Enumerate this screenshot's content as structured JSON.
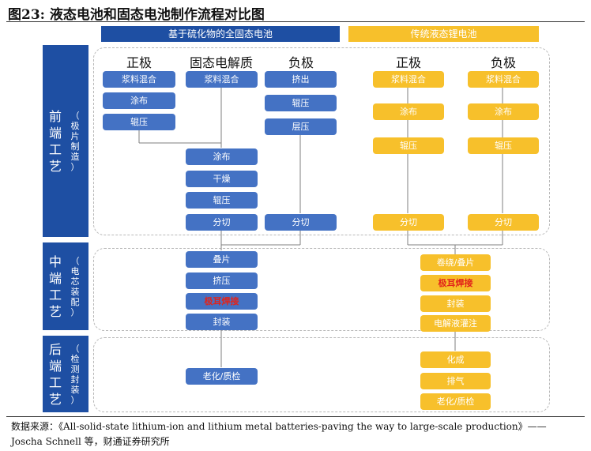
{
  "title": "图23: 液态电池和固态电池制作流程对比图",
  "headers": {
    "solid": "基于硫化物的全固态电池",
    "liquid": "传统液态锂电池"
  },
  "stages": [
    {
      "name": "前端工艺",
      "note": "（极片制造）"
    },
    {
      "name": "中端工艺",
      "note": "（电芯装配）"
    },
    {
      "name": "后端工艺",
      "note": "（检测封装）"
    }
  ],
  "columns": {
    "solid_positive": "正极",
    "solid_electrolyte": "固态电解质",
    "solid_negative": "负极",
    "liquid_positive": "正极",
    "liquid_negative": "负极"
  },
  "solid": {
    "positive": [
      "浆料混合",
      "涂布",
      "辊压"
    ],
    "electrolyte": [
      "浆料混合"
    ],
    "negative": [
      "挤出",
      "辊压",
      "层压"
    ],
    "merged": [
      "涂布",
      "干燥",
      "辊压",
      "分切"
    ],
    "negative_cut": "分切",
    "mid": [
      "叠片",
      "挤压",
      "极耳焊接",
      "封装"
    ],
    "back": [
      "老化/质检"
    ]
  },
  "liquid": {
    "positive": [
      "浆料混合",
      "涂布",
      "辊压",
      "分切"
    ],
    "negative": [
      "浆料混合",
      "涂布",
      "辊压",
      "分切"
    ],
    "mid": [
      "卷绕/叠片",
      "极耳焊接",
      "封装",
      "电解液灌注"
    ],
    "back": [
      "化成",
      "排气",
      "老化/质检"
    ]
  },
  "source": {
    "line1": "数据来源：《All-solid-state lithium-ion and lithium metal batteries-paving the way to large-scale production》——",
    "line2": "Joscha Schnell 等，财通证券研究所"
  },
  "colors": {
    "blue_header": "#1e4fa3",
    "blue_box": "#4472c4",
    "yellow": "#f7c02b",
    "highlight_red": "#e2231a"
  }
}
